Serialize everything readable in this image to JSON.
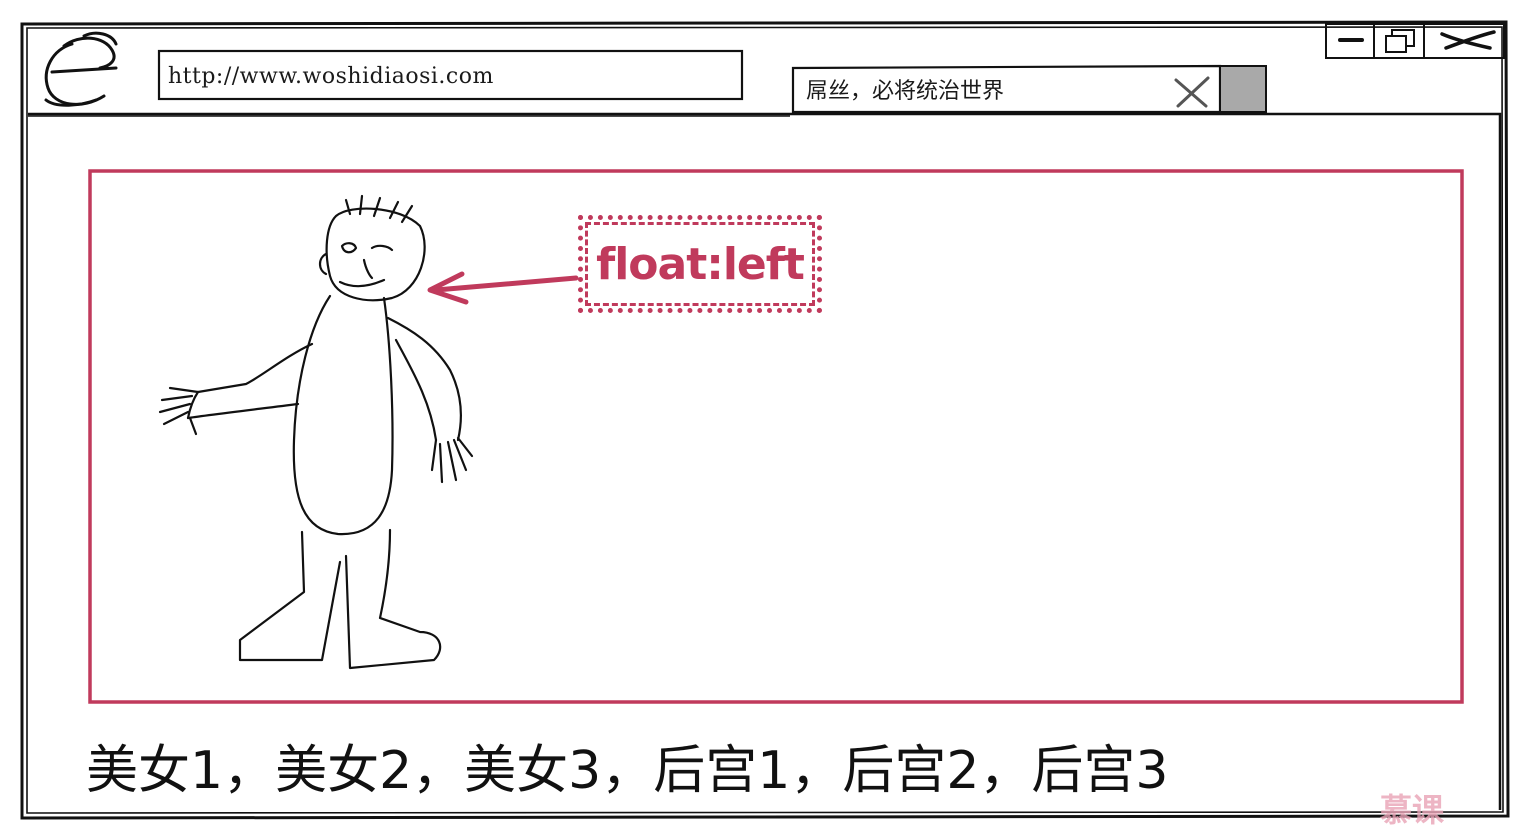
{
  "browser": {
    "address_bar": {
      "value": "http://www.woshidiaosi.com"
    },
    "search_box": {
      "value": "屌丝，必将统治世界"
    },
    "icons": {
      "logo": "ie-logo-icon",
      "minimize": "minimize-icon",
      "restore": "restore-icon",
      "close": "close-icon",
      "search_clear": "clear-icon",
      "search_go": "search-go-icon"
    }
  },
  "page": {
    "annotation": "float:left",
    "figure_icon": "stick-figure-icon",
    "body_text": "美女1，美女2，美女3，后宫1，后宫2，后宫3"
  },
  "watermark": "慕课",
  "colors": {
    "accent": "#c03a5c",
    "line": "#111111",
    "search_button": "#a9a9a9"
  }
}
